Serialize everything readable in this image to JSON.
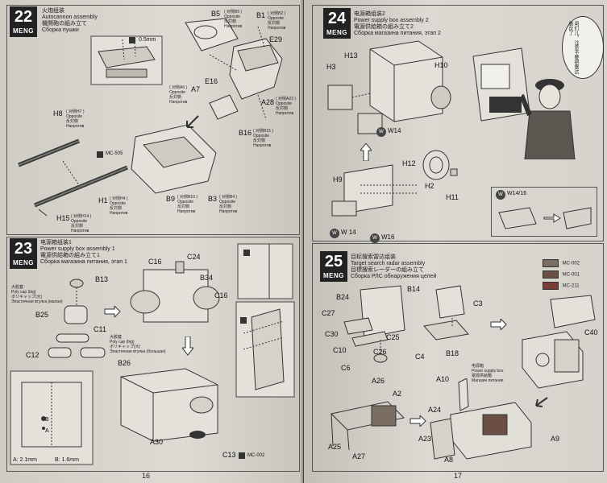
{
  "left_page": {
    "page_number": "16",
    "step22": {
      "number": "22",
      "brand": "MENG",
      "title_cn": "火炮组装",
      "title_en": "Autocannon assembly",
      "title_jp": "機関砲の組み立て",
      "title_ru": "Сборка пушки",
      "drill_size": "0.5mm",
      "paint_code": "MC-505",
      "labels": {
        "b5": "B5",
        "b1": "B1",
        "e29": "E29",
        "e16": "E16",
        "a7": "A7",
        "a28": "A28",
        "b16": "B16",
        "h8": "H8",
        "h1": "H1",
        "b9": "B9",
        "b3": "B3",
        "h15": "H15"
      },
      "opposite_notes": {
        "b5": "( 对侧B6 )\nOpposite\n反対側\nНапротив",
        "b1": "( 对侧B2 )\nOpposite\n反対側\nНапротив",
        "a7": "( 对侧A6 )\nOpposite\n反対側\nНапротив",
        "a28": "( 对侧A23 )\nOpposite\n反対側\nНапротив",
        "b16": "( 对侧B15 )\nOpposite\n反対側\nНапротив",
        "h8": "( 对侧H7 )\nOpposite\n反対側\nНапротив",
        "h1": "( 对侧H4 )\nOpposite\n反対側\nНапротив",
        "b9": "( 对侧B10 )\nOpposite\n反対側\nНапротив",
        "b3": "( 对侧B4 )\nOpposite\n反対側\nНапротив",
        "h15": "( 对侧H14 )\nOpposite\n反対側\nНапротив"
      }
    },
    "step23": {
      "number": "23",
      "brand": "MENG",
      "title_cn": "电源箱组装1",
      "title_en": "Power supply box assembly 1",
      "title_jp": "電源供給箱の組み立て1",
      "title_ru": "Сборка магазина питания, этап 1",
      "labels": {
        "b13": "B13",
        "c24": "C24",
        "c16a": "C16",
        "b34": "B34",
        "c16b": "C16",
        "b25": "B25",
        "c11": "C11",
        "c12": "C12",
        "b26": "B26",
        "a30": "A30",
        "c13": "C13",
        "a": "A",
        "b": "B"
      },
      "poly_cap_small": "大胶套\nPoly cap (big)\nポリキャップ(大)\nЭластичная втулка (малая)",
      "poly_cap_big": "大胶套\nPoly cap (big)\nポリキャップ(大)\nЭластичная втулка (большая)",
      "paint_code": "MC-002",
      "drill_a": "A: 2.1mm",
      "drill_b": "B: 1.6mm"
    }
  },
  "right_page": {
    "page_number": "17",
    "step24": {
      "number": "24",
      "brand": "MENG",
      "title_cn": "电源箱组装2",
      "title_en": "Power supply box assembly 2",
      "title_jp": "電源供給箱の組み立て2",
      "title_ru": "Сборка магазина питания, этап 2",
      "labels": {
        "h13": "H13",
        "h3": "H3",
        "h10": "H10",
        "h12": "H12",
        "h9": "H9",
        "h2": "H2",
        "h11": "H11"
      },
      "part_w14": "W14",
      "part_w16": "W16",
      "part_w14b": "W 14",
      "detail_ref": "W14/16",
      "speech": "哥们儿，注意不要把雷达装反了"
    },
    "step25": {
      "number": "25",
      "brand": "MENG",
      "title_cn": "目标搜索雷达组装",
      "title_en": "Target search radar assembly",
      "title_jp": "目標捜索レーダーの組み立て",
      "title_ru": "Сборка РЛС обнаружения целей",
      "paints": [
        {
          "code": "MC-002",
          "color": "#7a6d62"
        },
        {
          "code": "MC-001",
          "color": "#6b4f44"
        },
        {
          "code": "MC-211",
          "color": "#7b3b36"
        }
      ],
      "labels": {
        "b24": "B24",
        "b14": "B14",
        "c27": "C27",
        "c3": "C3",
        "c30": "C30",
        "c25": "C25",
        "c10": "C10",
        "c26": "C26",
        "c4": "C4",
        "b18": "B18",
        "c6": "C6",
        "c40": "C40",
        "a26": "A26",
        "a2": "A2",
        "a10": "A10",
        "a24": "A24",
        "a23": "A23",
        "a25": "A25",
        "a27": "A27",
        "a8": "A8",
        "a9": "A9"
      },
      "power_note": "电源箱\nPower supply box\n電源供給箱\nМагазин питания"
    }
  }
}
